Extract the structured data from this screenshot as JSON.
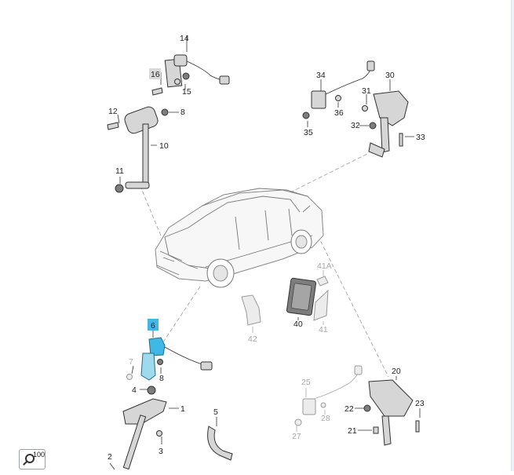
{
  "zoom": {
    "value": "100",
    "icon": "zoom-search-icon"
  },
  "colors": {
    "highlight": "#40b8e6"
  },
  "labels": {
    "l1": "1",
    "l2": "2",
    "l3": "3",
    "l4": "4",
    "l5": "5",
    "l6": "6",
    "l7": "7",
    "l8": "8",
    "l8b": "8",
    "l10": "10",
    "l11": "11",
    "l12": "12",
    "l14": "14",
    "l15": "15",
    "l16": "16",
    "l20": "20",
    "l21": "21",
    "l22": "22",
    "l23": "23",
    "l25": "25",
    "l27": "27",
    "l28": "28",
    "l30": "30",
    "l31": "31",
    "l32": "32",
    "l33": "33",
    "l34": "34",
    "l35": "35",
    "l36": "36",
    "l40": "40",
    "l41": "41",
    "l41a": "41A",
    "l42": "42"
  }
}
